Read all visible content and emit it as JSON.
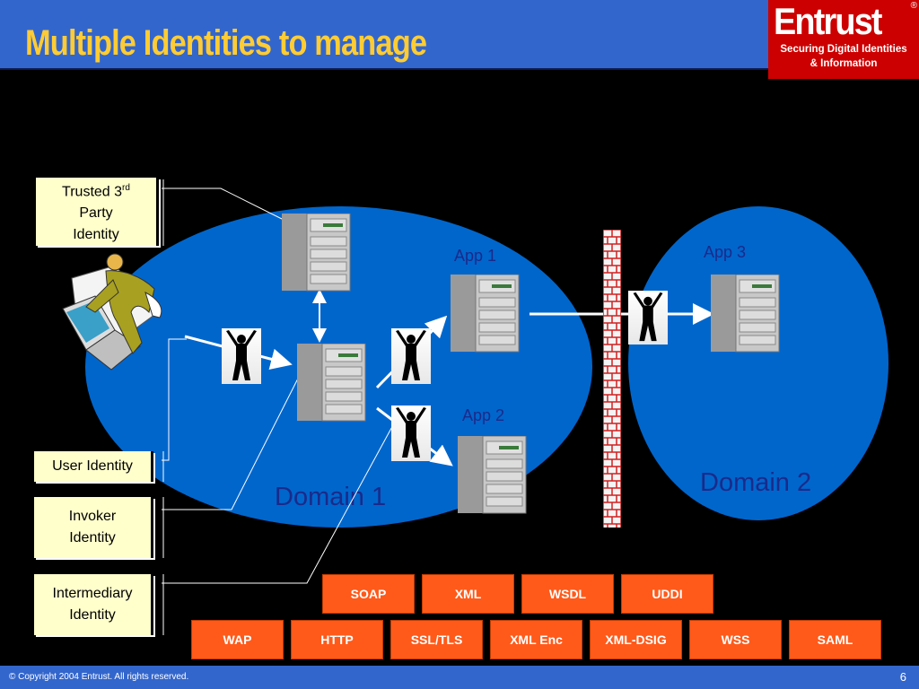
{
  "slide": {
    "title": "Multiple Identities to manage",
    "logo": {
      "word": "Entrust",
      "reg": "®",
      "tagline1": "Securing Digital Identities",
      "tagline2": "& Information"
    },
    "footer": {
      "copyright": "© Copyright 2004 Entrust.  All rights reserved.",
      "page": "6"
    }
  },
  "domains": {
    "domain1": "Domain 1",
    "domain2": "Domain 2"
  },
  "apps": {
    "app1": "App 1",
    "app2": "App 2",
    "app3": "App 3"
  },
  "identities": {
    "trusted_pre": "Trusted 3",
    "trusted_sup": "rd",
    "trusted_line2": "Party",
    "trusted_line3": "Identity",
    "user": "User Identity",
    "invoker_line1": "Invoker",
    "invoker_line2": "Identity",
    "intermediary_line1": "Intermediary",
    "intermediary_line2": "Identity"
  },
  "protocols": {
    "row1": [
      "SOAP",
      "XML",
      "WSDL",
      "UDDI"
    ],
    "row2": [
      "WAP",
      "HTTP",
      "SSL/TLS",
      "XML Enc",
      "XML-DSIG",
      "WSS",
      "SAML"
    ]
  },
  "colors": {
    "header": "#3366cc",
    "title": "#ffcc33",
    "domain": "#0066cc",
    "tag": "#ff5a1a",
    "idbox": "#ffffcc",
    "logo": "#cc0000"
  }
}
